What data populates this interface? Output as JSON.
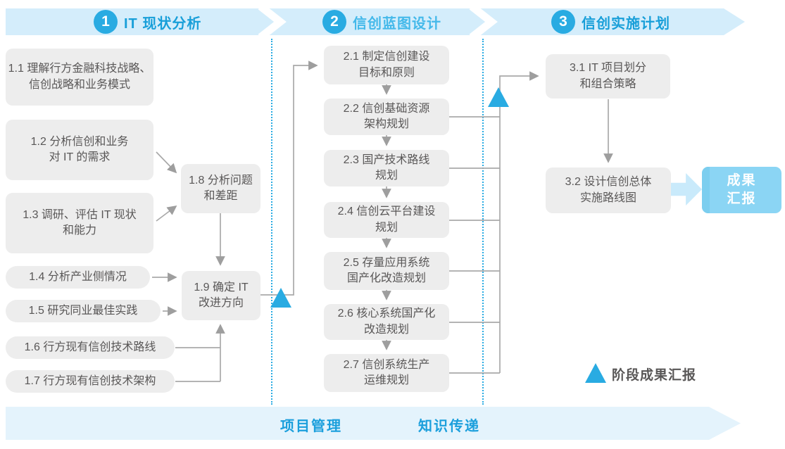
{
  "colors": {
    "accent_blue": "#29ABE2",
    "phase_band": "#D4EDFB",
    "bottom_band": "#E4F3FC",
    "phase_title": "#189FD9",
    "phase2_title": "#44B9EA",
    "box_grey": "#EDEDED",
    "box_text": "#595757",
    "wire_grey": "#A9A9A9",
    "result_box": "#8BD5F4",
    "result_strip": "#7CCEEF",
    "fat_arrow": "#C9EAFB"
  },
  "phases": [
    {
      "num": "1",
      "title": "IT 现状分析"
    },
    {
      "num": "2",
      "title": "信创蓝图设计"
    },
    {
      "num": "3",
      "title": "信创实施计划"
    }
  ],
  "boxes": {
    "b1_1": {
      "line1": "1.1 理解行方金融科技战略、",
      "line2": "信创战略和业务模式"
    },
    "b1_2": {
      "line1": "1.2 分析信创和业务",
      "line2": "对 IT 的需求"
    },
    "b1_3": {
      "line1": "1.3 调研、评估 IT 现状",
      "line2": "和能力"
    },
    "b1_4": {
      "line1": "1.4 分析产业侧情况"
    },
    "b1_5": {
      "line1": "1.5 研究同业最佳实践"
    },
    "b1_6": {
      "line1": "1.6 行方现有信创技术路线"
    },
    "b1_7": {
      "line1": "1.7 行方现有信创技术架构"
    },
    "b1_8": {
      "line1": "1.8 分析问题",
      "line2": "和差距"
    },
    "b1_9": {
      "line1": "1.9 确定 IT",
      "line2": "改进方向"
    },
    "b2_1": {
      "line1": "2.1 制定信创建设",
      "line2": "目标和原则"
    },
    "b2_2": {
      "line1": "2.2 信创基础资源",
      "line2": "架构规划"
    },
    "b2_3": {
      "line1": "2.3 国产技术路线",
      "line2": "规划"
    },
    "b2_4": {
      "line1": "2.4 信创云平台建设",
      "line2": "规划"
    },
    "b2_5": {
      "line1": "2.5 存量应用系统",
      "line2": "国产化改造规划"
    },
    "b2_6": {
      "line1": "2.6 核心系统国产化",
      "line2": "改造规划"
    },
    "b2_7": {
      "line1": "2.7 信创系统生产",
      "line2": "运维规划"
    },
    "b3_1": {
      "line1": "3.1 IT 项目划分",
      "line2": "和组合策略"
    },
    "b3_2": {
      "line1": "3.2 设计信创总体",
      "line2": "实施路线图"
    }
  },
  "result_box": {
    "line1": "成果",
    "line2": "汇报"
  },
  "legend": {
    "label": "阶段成果汇报"
  },
  "bottom_band": {
    "items": [
      "项目管理",
      "知识传递"
    ]
  }
}
